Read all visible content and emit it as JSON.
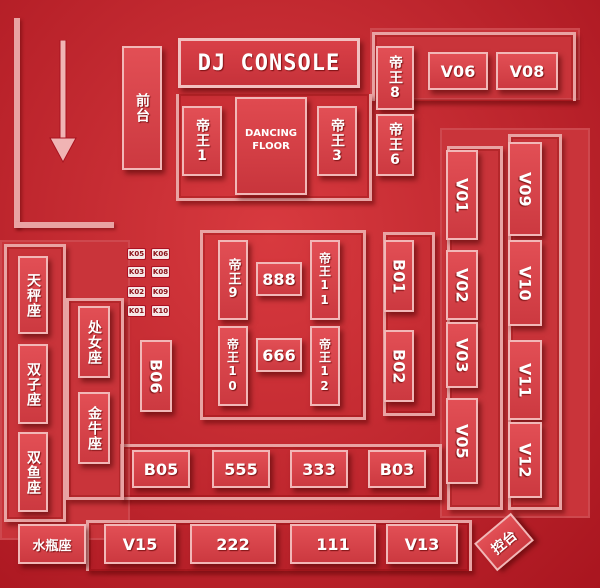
{
  "title": "DJ CONSOLE",
  "dancing_floor": [
    "DANCING",
    "FLOOR"
  ],
  "front_desk": "前台",
  "console": "控台",
  "colors": {
    "background": "#c32a31",
    "booth": "#d8444a",
    "border": "#f2b7b7",
    "text": "#ffffff"
  },
  "booths": {
    "diwang1": "帝王1",
    "diwang3": "帝王3",
    "diwang8": "帝王8",
    "diwang6": "帝王6",
    "diwang9": "帝王9",
    "diwang10": "帝王10",
    "diwang11": "帝王11",
    "diwang12": "帝王12",
    "v06": "V06",
    "v08": "V08",
    "v01": "V01",
    "v02": "V02",
    "v03": "V03",
    "v05": "V05",
    "v09": "V09",
    "v10": "V10",
    "v11": "V11",
    "v12": "V12",
    "v13": "V13",
    "v15": "V15",
    "b01": "B01",
    "b02": "B02",
    "b03": "B03",
    "b05": "B05",
    "b06": "B06",
    "r888": "888",
    "r666": "666",
    "r555": "555",
    "r333": "333",
    "r222": "222",
    "r111": "111",
    "tianxie": "天秤座",
    "chunv": "处女座",
    "shuangzi": "双子座",
    "jinniu": "金牛座",
    "shuangyu": "双鱼座",
    "shuiping": "水瓶座"
  },
  "k_tables": [
    "K05",
    "K06",
    "K03",
    "K08",
    "K02",
    "K09",
    "K01",
    "K10"
  ]
}
